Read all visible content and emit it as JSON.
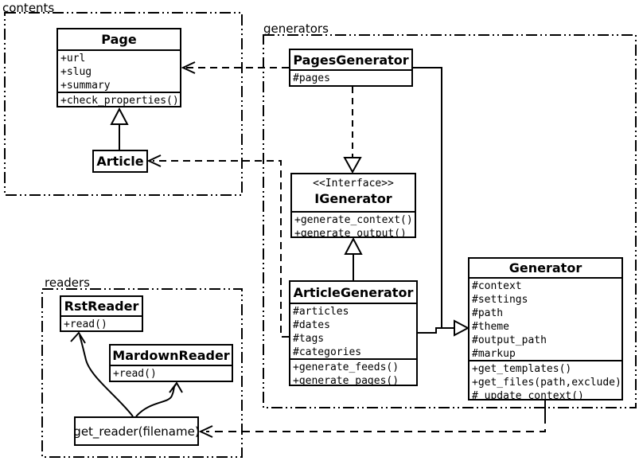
{
  "colors": {
    "line": "#000000",
    "background": "#ffffff"
  },
  "packages": [
    {
      "label": "contents"
    },
    {
      "label": "generators"
    },
    {
      "label": "readers"
    }
  ],
  "classes": {
    "page": {
      "title": "Page",
      "attributes": [
        "+url",
        "+slug",
        "+summary"
      ],
      "methods": [
        "+check_properties()"
      ]
    },
    "article": {
      "title": "Article"
    },
    "pages_generator": {
      "title": "PagesGenerator",
      "attributes": [
        "#pages"
      ]
    },
    "igenerator": {
      "stereotype": "<<Interface>>",
      "title": "IGenerator",
      "methods": [
        "+generate_context()",
        "+generate_output()"
      ]
    },
    "article_generator": {
      "title": "ArticleGenerator",
      "attributes": [
        "#articles",
        "#dates",
        "#tags",
        "#categories"
      ],
      "methods": [
        "+generate_feeds()",
        "+generate_pages()"
      ]
    },
    "generator": {
      "title": "Generator",
      "attributes": [
        "#context",
        "#settings",
        "#path",
        "#theme",
        "#output_path",
        "#markup"
      ],
      "methods": [
        "+get_templates()",
        "+get_files(path,exclude)",
        "#_update_context()"
      ]
    },
    "rst_reader": {
      "title": "RstReader",
      "methods": [
        "+read()"
      ]
    },
    "mardown_reader": {
      "title": "MardownReader",
      "methods": [
        "+read()"
      ]
    },
    "get_reader": {
      "title": "get_reader(filename)"
    }
  }
}
